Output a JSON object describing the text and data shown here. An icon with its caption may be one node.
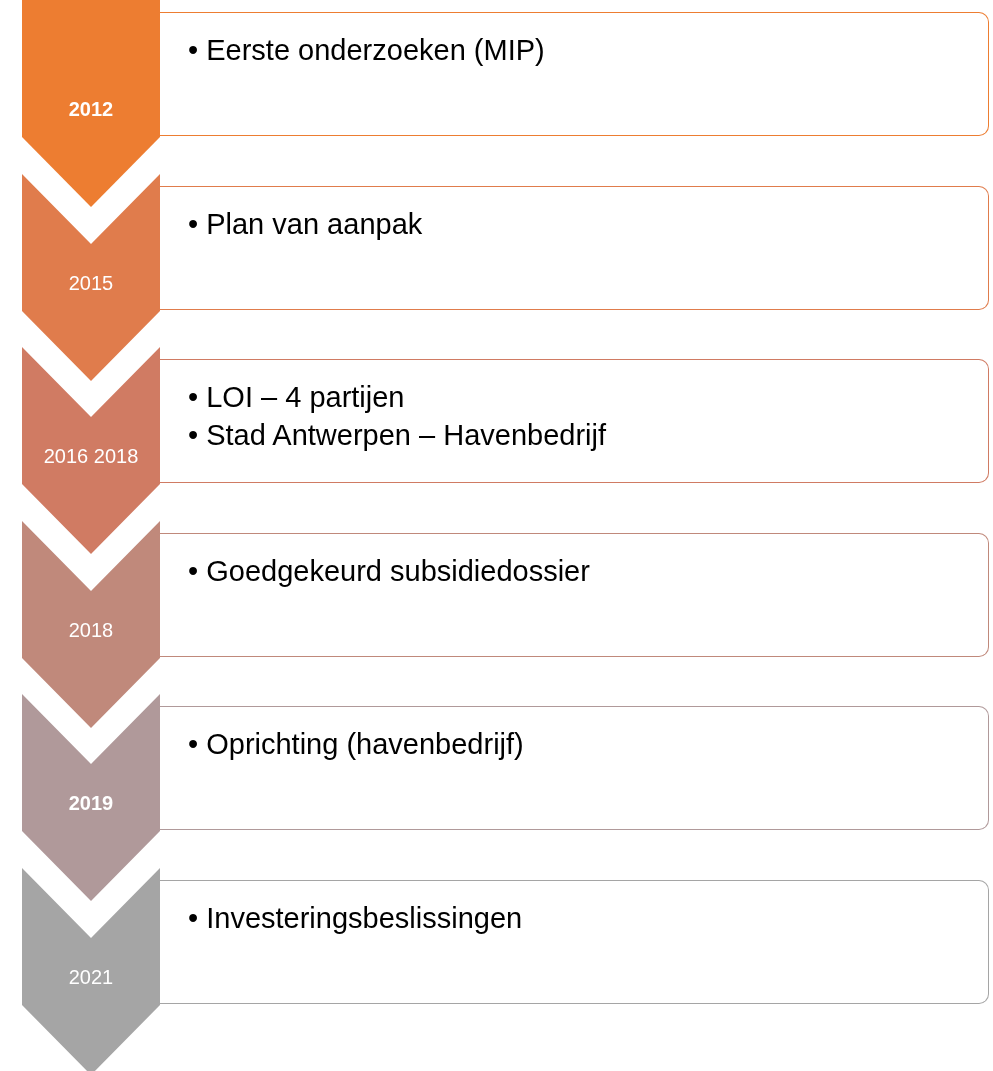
{
  "diagram": {
    "nodes": [
      {
        "text": [
          "2012"
        ]
      },
      {
        "text": [
          "• Eerste onderzoeken (MIP)"
        ]
      },
      {
        "text": [
          "2015"
        ]
      },
      {
        "text": [
          "• Plan van aanpak"
        ]
      },
      {
        "text": [
          "2016 2018"
        ]
      },
      {
        "text": [
          "• LOI – 4 partijen",
          "• Stad Antwerpen – Havenbedrijf"
        ]
      },
      {
        "text": [
          "2018"
        ]
      },
      {
        "text": [
          "• Goedgekeurd subsidiedossier"
        ]
      },
      {
        "text": [
          "2019"
        ]
      },
      {
        "text": [
          "• Oprichting (havenbedrijf)"
        ]
      },
      {
        "text": [
          "2021"
        ]
      },
      {
        "text": [
          "• Investeringsbeslissingen"
        ]
      }
    ],
    "edges": []
  }
}
